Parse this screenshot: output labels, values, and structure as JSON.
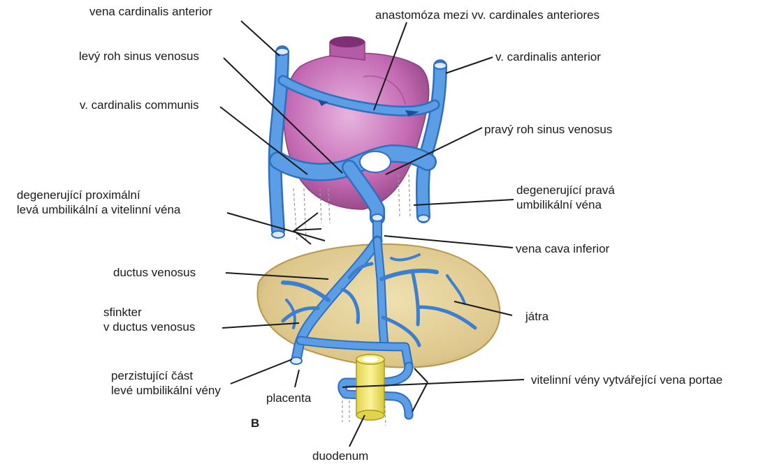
{
  "labels": {
    "vena_cardinalis_anterior": "vena cardinalis anterior",
    "anastomoza": "anastomóza mezi vv. cardinales anteriores",
    "levy_roh": "levý roh sinus venosus",
    "v_cardinalis_anterior_right": "v. cardinalis anterior",
    "v_cardinalis_communis": "v. cardinalis communis",
    "pravy_roh": "pravý roh sinus venosus",
    "degenerujici_proximalni": [
      "degenerující proximální",
      "levá umbilikální a vitelinní véna"
    ],
    "degenerujici_prava": [
      "degenerující pravá",
      "umbilikální véna"
    ],
    "vena_cava_inferior": "vena cava inferior",
    "ductus_venosus": "ductus venosus",
    "sfinkter": [
      "sfinkter",
      "v ductus venosus"
    ],
    "jatra": "játra",
    "perzistujici": [
      "perzistující část",
      "levé umbilikální vény"
    ],
    "placenta": "placenta",
    "vitelinni_veny": "vitelinní vény vytvářející vena portae",
    "duodenum": "duodenum",
    "panel_letter": "B"
  },
  "colors": {
    "vein": "#4a8fdc",
    "vein_dark": "#2f6fbf",
    "heart": "#c46ab4",
    "heart_light": "#dda0d4",
    "liver": "#dcc68a",
    "liver_edge": "#b8974e",
    "duodenum": "#f2e96a",
    "leader": "#1a1a1a"
  }
}
